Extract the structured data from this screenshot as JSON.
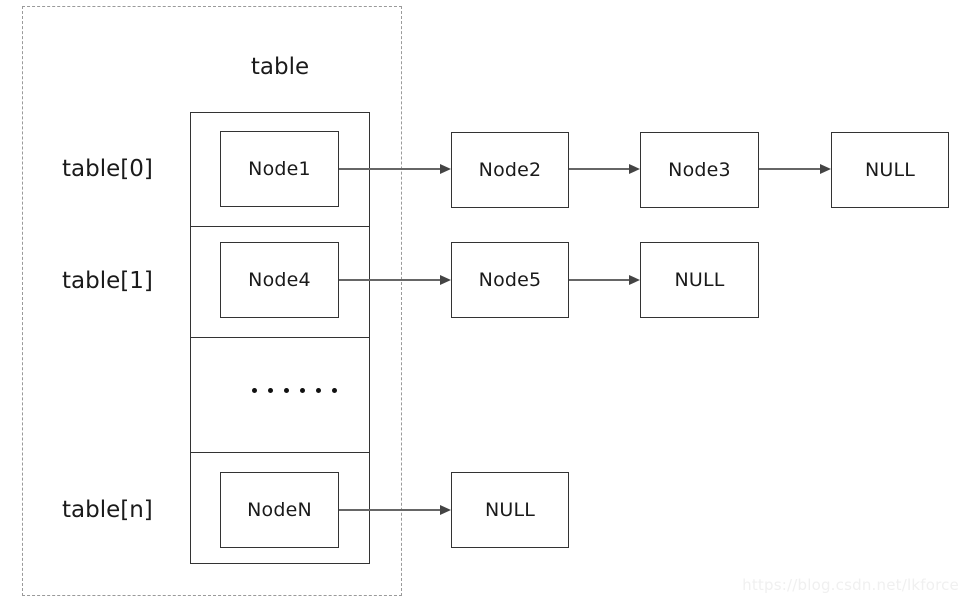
{
  "diagram": {
    "title": "table",
    "container_label": "table",
    "watermark": "https://blog.csdn.net/lkforce",
    "colors": {
      "box_border": "#333333",
      "arrow": "#666666",
      "dashed_border": "#9a9a9a",
      "text": "#1a1a1a",
      "background": "#ffffff",
      "watermark": "#f0f0f0"
    },
    "rows": [
      {
        "label": "table[0]",
        "bucket_node": "Node1",
        "chain": [
          "Node2",
          "Node3",
          "NULL"
        ],
        "kind": "chain"
      },
      {
        "label": "table[1]",
        "bucket_node": "Node4",
        "chain": [
          "Node5",
          "NULL"
        ],
        "kind": "chain"
      },
      {
        "label": "",
        "bucket_node": "......",
        "chain": [],
        "kind": "ellipsis"
      },
      {
        "label": "table[n]",
        "bucket_node": "NodeN",
        "chain": [
          "NULL"
        ],
        "kind": "chain"
      }
    ]
  }
}
